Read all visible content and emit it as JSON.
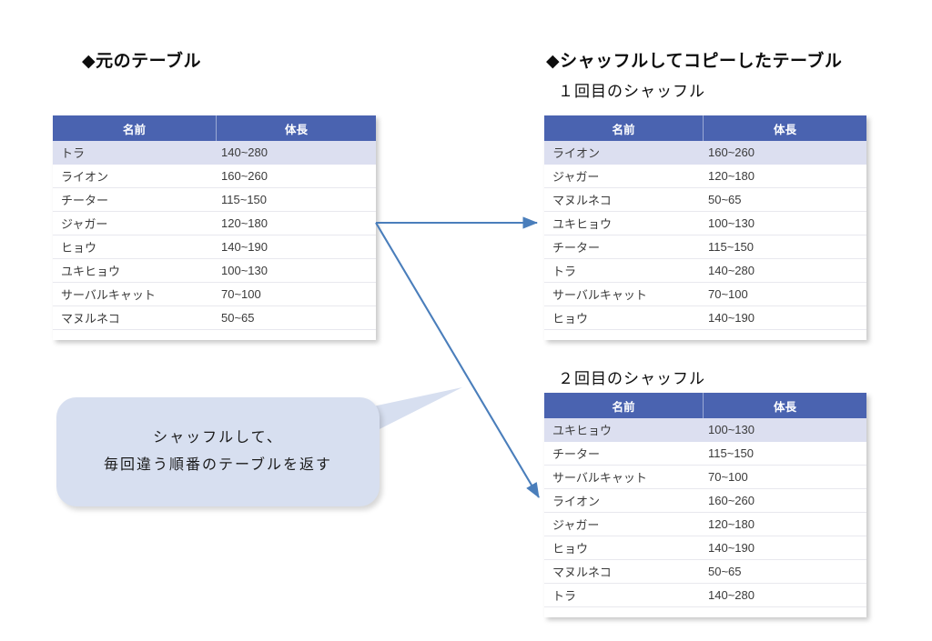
{
  "slide": {
    "left_heading": "◆元のテーブル",
    "right_heading": "◆シャッフルしてコピーしたテーブル",
    "shuffle_1_label": "１回目のシャッフル",
    "shuffle_2_label": "２回目のシャッフル"
  },
  "columns": {
    "name": "名前",
    "height": "体長"
  },
  "callout": {
    "line1": "シャッフルして、",
    "line2": "毎回違う順番のテーブルを返す"
  },
  "colors": {
    "header_blue": "#4a63b0",
    "row_highlight": "#dcdff0",
    "callout_bg": "#d7dff0",
    "arrow_blue": "#4a7ebb",
    "page_bg": "#ffffff"
  },
  "tables": {
    "original": {
      "rows": [
        {
          "name": "トラ",
          "height": "140~280"
        },
        {
          "name": "ライオン",
          "height": "160~260"
        },
        {
          "name": "チーター",
          "height": "115~150"
        },
        {
          "name": "ジャガー",
          "height": "120~180"
        },
        {
          "name": "ヒョウ",
          "height": "140~190"
        },
        {
          "name": "ユキヒョウ",
          "height": "100~130"
        },
        {
          "name": "サーバルキャット",
          "height": "70~100"
        },
        {
          "name": "マヌルネコ",
          "height": "50~65"
        }
      ]
    },
    "shuffle_1": {
      "rows": [
        {
          "name": "ライオン",
          "height": "160~260"
        },
        {
          "name": "ジャガー",
          "height": "120~180"
        },
        {
          "name": "マヌルネコ",
          "height": "50~65"
        },
        {
          "name": "ユキヒョウ",
          "height": "100~130"
        },
        {
          "name": "チーター",
          "height": "115~150"
        },
        {
          "name": "トラ",
          "height": "140~280"
        },
        {
          "name": "サーバルキャット",
          "height": "70~100"
        },
        {
          "name": "ヒョウ",
          "height": "140~190"
        }
      ]
    },
    "shuffle_2": {
      "rows": [
        {
          "name": "ユキヒョウ",
          "height": "100~130"
        },
        {
          "name": "チーター",
          "height": "115~150"
        },
        {
          "name": "サーバルキャット",
          "height": "70~100"
        },
        {
          "name": "ライオン",
          "height": "160~260"
        },
        {
          "name": "ジャガー",
          "height": "120~180"
        },
        {
          "name": "ヒョウ",
          "height": "140~190"
        },
        {
          "name": "マヌルネコ",
          "height": "50~65"
        },
        {
          "name": "トラ",
          "height": "140~280"
        }
      ]
    }
  }
}
